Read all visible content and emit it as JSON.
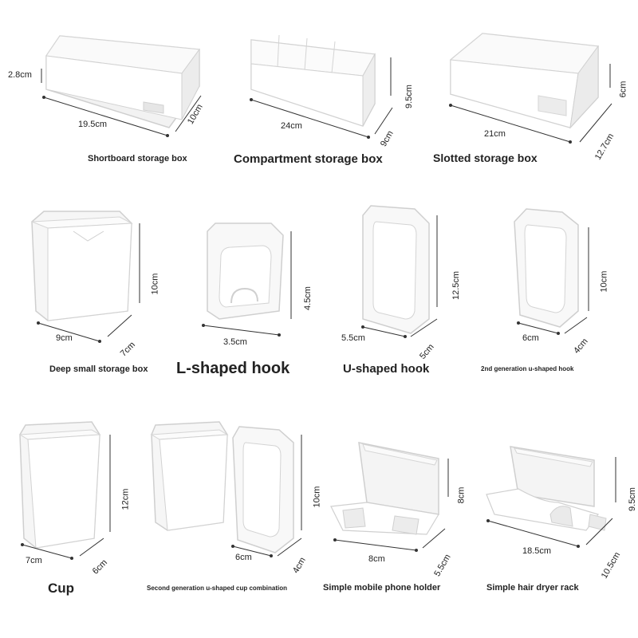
{
  "products": [
    {
      "caption": "Shortboard storage box",
      "dims": [
        "2.8cm",
        "19.5cm",
        "10cm"
      ]
    },
    {
      "caption": "Compartment storage box",
      "dims": [
        "24cm",
        "9.5cm",
        "9cm"
      ]
    },
    {
      "caption": "Slotted storage box",
      "dims": [
        "21cm",
        "6cm",
        "12.7cm"
      ]
    },
    {
      "caption": "Deep small storage box",
      "dims": [
        "10cm",
        "9cm",
        "7cm"
      ]
    },
    {
      "caption": "L-shaped hook",
      "dims": [
        "4.5cm",
        "3.5cm"
      ]
    },
    {
      "caption": "U-shaped hook",
      "dims": [
        "12.5cm",
        "5.5cm",
        "5cm"
      ]
    },
    {
      "caption": "2nd generation u-shaped hook",
      "dims": [
        "10cm",
        "6cm",
        "4cm"
      ]
    },
    {
      "caption": "Cup",
      "dims": [
        "12cm",
        "7cm",
        "6cm"
      ]
    },
    {
      "caption": "Second generation u-shaped cup combination",
      "dims": [
        "10cm",
        "6cm",
        "4cm"
      ]
    },
    {
      "caption": "Simple mobile phone holder",
      "dims": [
        "8cm",
        "8cm",
        "5.5cm"
      ]
    },
    {
      "caption": "Simple hair dryer rack",
      "dims": [
        "9.5cm",
        "18.5cm",
        "10.5cm"
      ]
    }
  ]
}
